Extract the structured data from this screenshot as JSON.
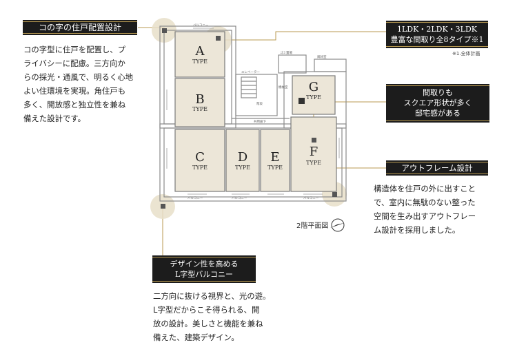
{
  "callouts": {
    "u_shape": {
      "title": "コの字の住戸配置設計",
      "body": "コの字型に住戸を配置し、プ\nライバシーに配慮。三方向か\nらの採光・通風で、明るく心地\nよい住環境を実現。角住戸も\n多く、開放感と独立性を兼ね\n備えた設計です。"
    },
    "layouts": {
      "title_line1": "1LDK・2LDK・3LDK",
      "title_line2": "豊富な間取り全8タイプ※1",
      "note": "※1.全体計画"
    },
    "square": {
      "title_line1": "間取りも",
      "title_line2": "スクエア形状が多く",
      "title_line3": "邸宅感がある"
    },
    "outframe": {
      "title": "アウトフレーム設計",
      "body": "構造体を住戸の外に出すこと\nで、室内に無駄のない整った\n空間を生み出すアウトフレー\nム設計を採用しました。"
    },
    "balcony": {
      "title_line1": "デザイン性を高める",
      "title_line2": "L字型バルコニー",
      "body": "二方向に抜ける視界と、光の遊。\nL字型だからこそ得られる、開\n放の設計。美しさと機能を兼ね\n備えた、建築デザイン。"
    }
  },
  "plan": {
    "caption": "2階平面図",
    "type_word": "TYPE",
    "units": [
      {
        "letter": "A"
      },
      {
        "letter": "B"
      },
      {
        "letter": "C"
      },
      {
        "letter": "D"
      },
      {
        "letter": "E"
      },
      {
        "letter": "F"
      },
      {
        "letter": "G"
      }
    ],
    "balcony_label": "バルコニー",
    "small_labels": {
      "elevator_hall": "エレベーター",
      "corridor": "共用廊下",
      "stairs": "階段",
      "trash": "ゴミ置場",
      "entrance": "風除室",
      "machine": "機械室"
    }
  },
  "colors": {
    "gold": "#b89a52",
    "dark": "#1c1c1c",
    "unit_fill": "#ece6d8",
    "wall": "#8a8a8a"
  }
}
